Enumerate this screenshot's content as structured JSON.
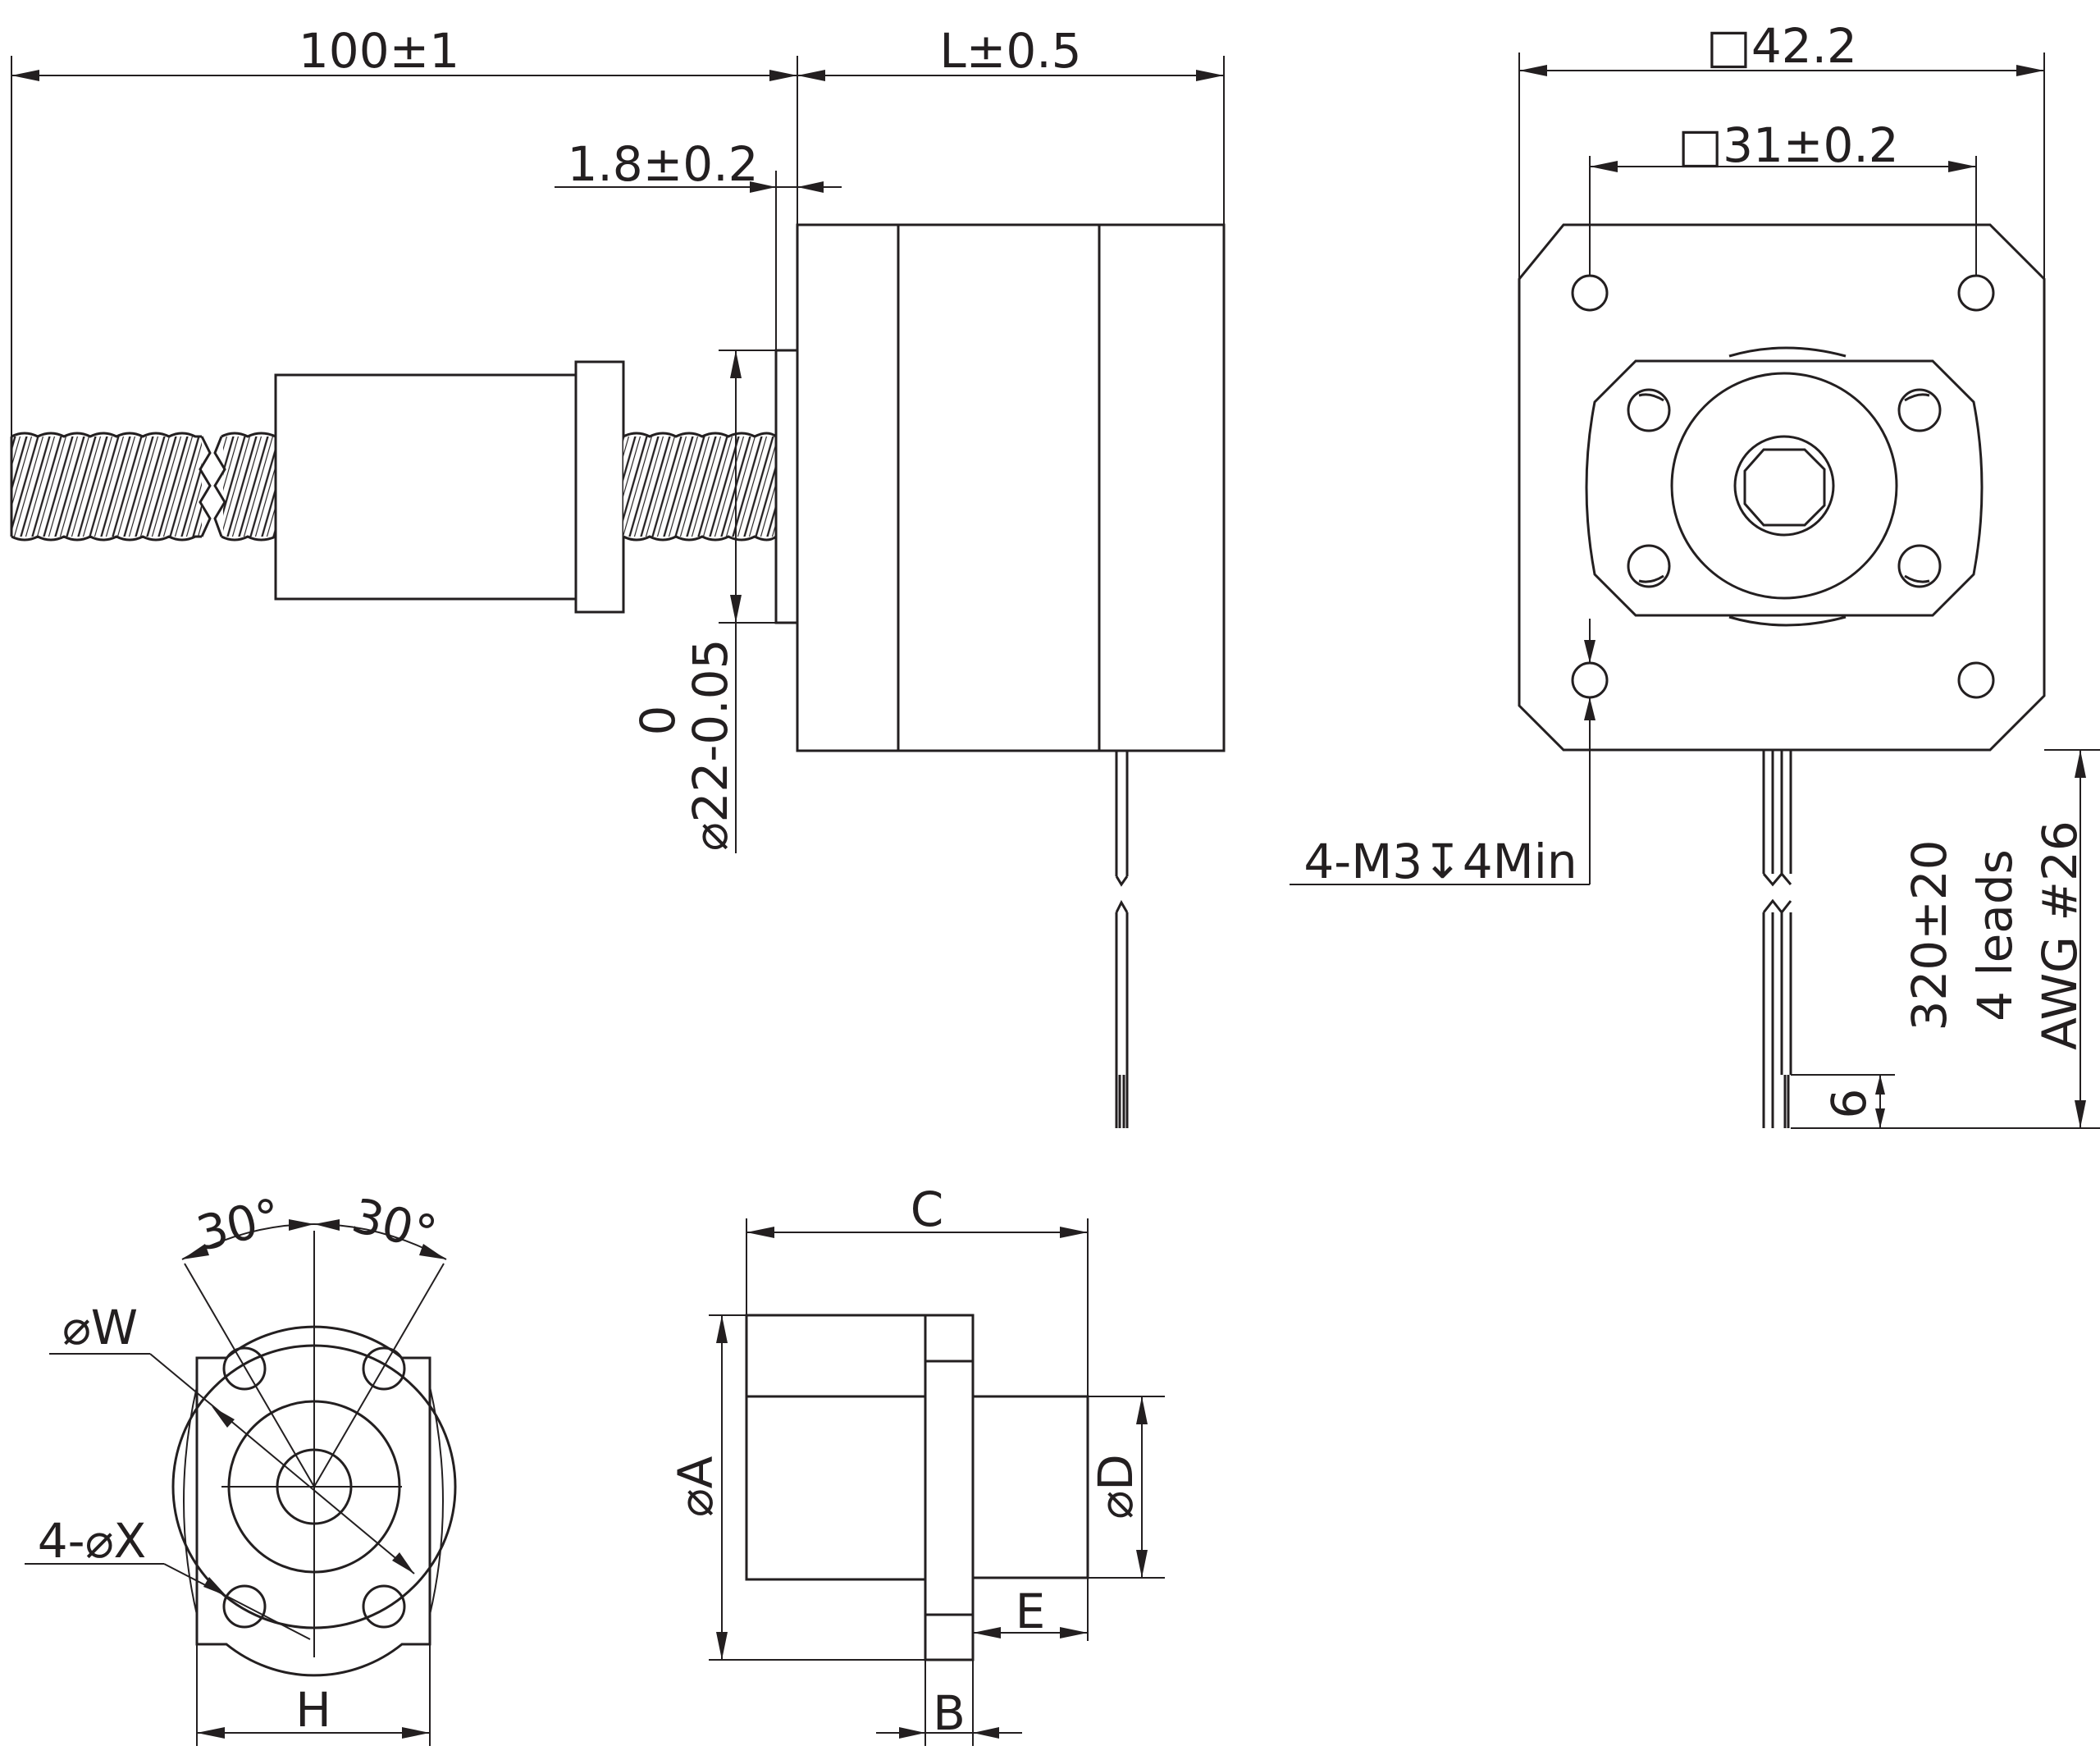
{
  "side_view": {
    "screw_length": "100±1",
    "body_length": "L±0.5",
    "flange_thickness": "1.8±0.2",
    "boss_tolerance_upper": "0",
    "boss_diameter": "⌀22-0.05"
  },
  "front_view": {
    "square_size": "□42.2",
    "hole_spacing": "□31±0.2",
    "mounting_holes": "4-M3↧4Min",
    "lead_length": "320±20",
    "lead_count": "4 leads",
    "lead_gauge": "AWG #26",
    "strip_length": "6"
  },
  "nut_front_view": {
    "angle_left": "30°",
    "angle_right": "30°",
    "bolt_circle": "⌀W",
    "holes": "4-⌀X",
    "flat_width": "H"
  },
  "nut_side_view": {
    "length": "C",
    "body_diameter": "⌀A",
    "flange_diameter": "⌀D",
    "flange_offset": "E",
    "flange_thickness": "B"
  }
}
